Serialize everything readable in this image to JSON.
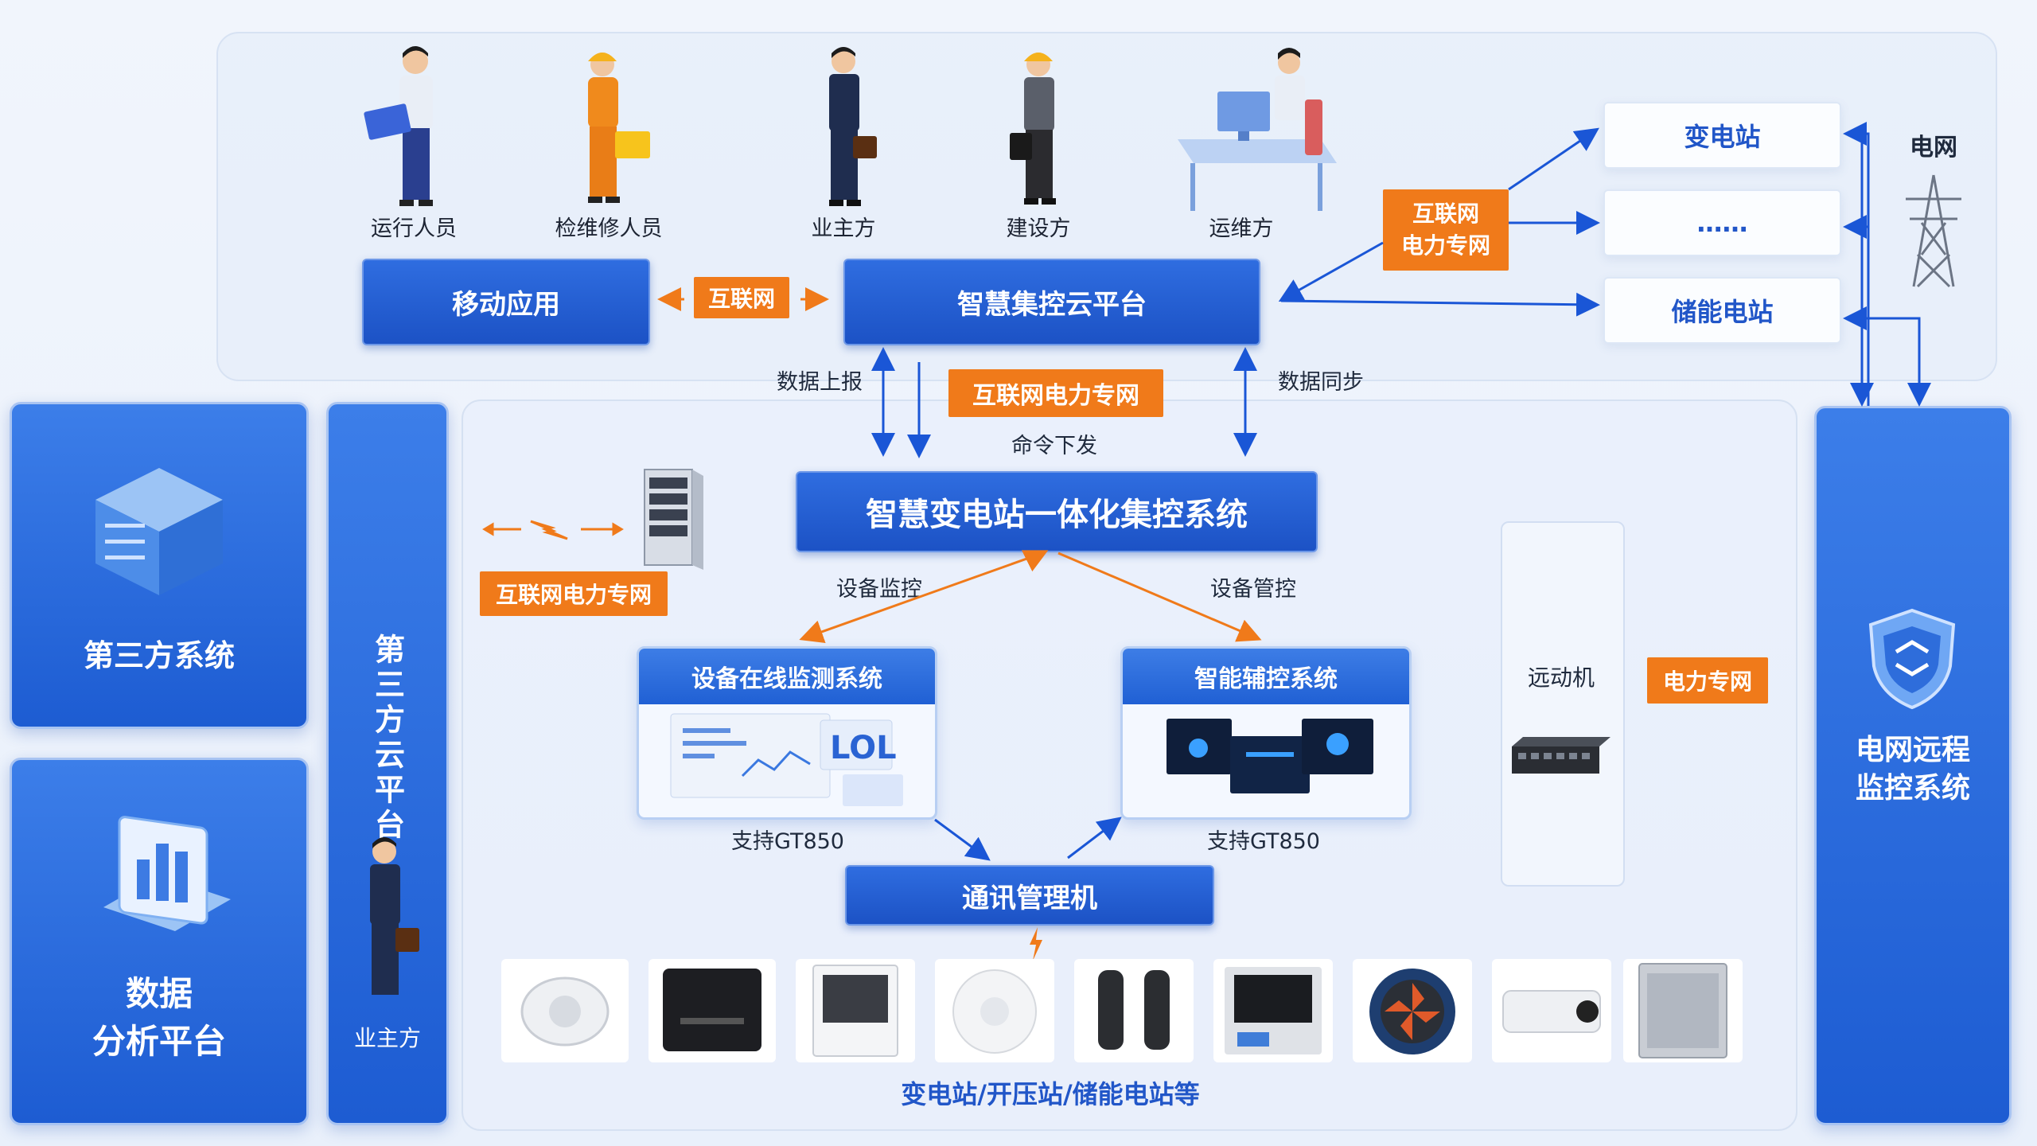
{
  "stakeholders": [
    {
      "label": "运行人员",
      "icon": "person-laptop-icon"
    },
    {
      "label": "检维修人员",
      "icon": "worker-toolbox-icon"
    },
    {
      "label": "业主方",
      "icon": "businessman-phone-icon"
    },
    {
      "label": "建设方",
      "icon": "builder-icon"
    },
    {
      "label": "运维方",
      "icon": "operator-desk-icon"
    }
  ],
  "top": {
    "mobile_app": "移动应用",
    "internet_tag": "互联网",
    "cloud_platform": "智慧集控云平台",
    "internet_power_tag": "互联网\n电力专网"
  },
  "stations": {
    "substation": "变电站",
    "ellipsis": "……",
    "storage": "储能电站",
    "grid": "电网"
  },
  "links": {
    "data_report": "数据上报",
    "command": "命令下发",
    "data_sync": "数据同步",
    "mid_tag": "互联网电力专网",
    "left_tag": "互联网电力专网",
    "device_monitor": "设备监控",
    "device_control": "设备管控",
    "power_tag": "电力专网"
  },
  "left": {
    "third_party": "第三方系统",
    "data_platform_1": "数据",
    "data_platform_2": "分析平台",
    "cloud_vertical": "第三方云平台",
    "owner": "业主方"
  },
  "center": {
    "main_system": "智慧变电站一体化集控系统",
    "monitor_system": "设备在线监测系统",
    "aux_system": "智能辅控系统",
    "support_1": "支持GT850",
    "support_2": "支持GT850",
    "comm_manager": "通讯管理机",
    "rtu": "远动机",
    "footer": "变电站/开压站/储能电站等"
  },
  "right": {
    "grid_remote_1": "电网远程",
    "grid_remote_2": "监控系统"
  },
  "devices": [
    "smoke-detector-icon",
    "controller-box-icon",
    "display-panel-icon",
    "motion-sensor-icon",
    "infrared-beam-icon",
    "monitor-terminal-icon",
    "exhaust-fan-icon",
    "camera-icon",
    "cabinet-icon"
  ],
  "colors": {
    "primary": "#1d5cd2",
    "orange": "#f07a1a",
    "arrow_blue": "#1a56d6",
    "text_blue": "#2156c8"
  }
}
